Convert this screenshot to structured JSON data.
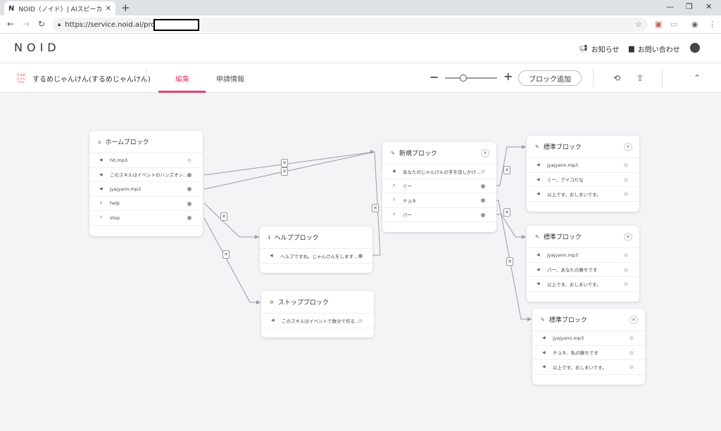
{
  "browser": {
    "tab_favicon": "N",
    "tab_title": "NOID（ノイド）| AIスピーカースキル作",
    "tab_close": "✕",
    "new_tab": "+",
    "url": "https://service.noid.ai/projects"
  },
  "header": {
    "logo": "NOID",
    "news": "お知らせ",
    "contact": "お問い合わせ"
  },
  "toolbar": {
    "skill_icon_text": "するめじゃんけん",
    "skill_name": "するめじゃんけん(するめじゃんけん)",
    "tabs": [
      "編集",
      "申請情報"
    ],
    "zoom_minus": "−",
    "zoom_plus": "+",
    "zoom_level": 0.35,
    "add_block": "ブロック追加"
  },
  "blocks": {
    "home": {
      "title": "ホームブロック",
      "rows": [
        "hit.mp3",
        "このスキルはイベントのハンズオン…",
        "jyajyann.mp3",
        "help",
        "stop"
      ]
    },
    "help": {
      "title": "ヘルプブロック",
      "rows": [
        "ヘルプですね。じゃんけんをします…"
      ]
    },
    "stop": {
      "title": "ストップブロック",
      "rows": [
        "このスキルはイベントで数分で作る…"
      ]
    },
    "new": {
      "title": "新規ブロック",
      "rows": [
        "あなたのじゃんけんの手を話しかけ…",
        "ぐー",
        "チョキ",
        "パー"
      ]
    },
    "std1": {
      "title": "標準ブロック",
      "rows": [
        "jyajyann.mp3",
        "ぐー、アイコだな",
        "以上です。おしまいです。"
      ]
    },
    "std2": {
      "title": "標準ブロック",
      "rows": [
        "jyajyann.mp3",
        "パー、あなたの勝ちです",
        "以上です。おしまいです。"
      ]
    },
    "std3": {
      "title": "標準ブロック",
      "rows": [
        "jyajyann.mp3",
        "チョキ、私の勝ちです",
        "以上です。おしまいです。"
      ]
    }
  },
  "close_glyph": "✕",
  "wire_color": "#9a9aa8",
  "accent_color": "#e53f6e"
}
